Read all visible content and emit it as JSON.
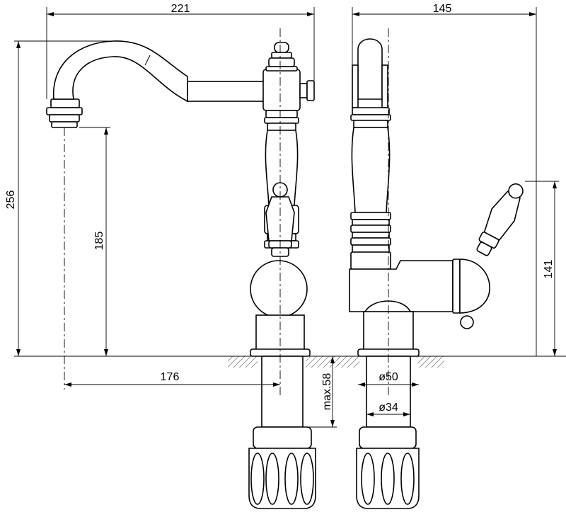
{
  "dimensions": {
    "spout_width": "221",
    "side_depth": "145",
    "total_height": "256",
    "spout_height": "185",
    "spout_reach": "176",
    "max_thickness": "max.58",
    "base_diameter": "ø50",
    "shank_diameter": "ø34",
    "handle_height": "141"
  }
}
